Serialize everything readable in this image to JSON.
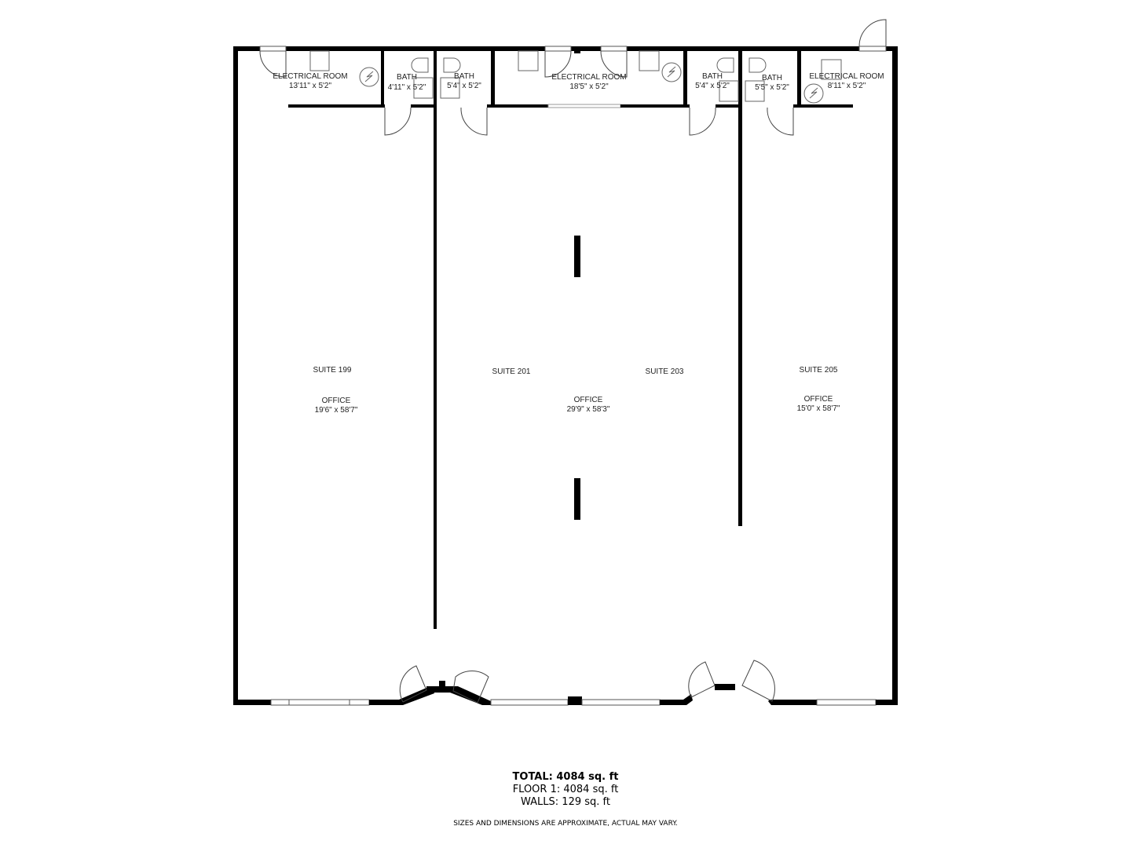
{
  "floorplan": {
    "rooms": [
      {
        "id": "electrical-1",
        "name": "ELECTRICAL ROOM",
        "dims": "13'11\" x 5'2\""
      },
      {
        "id": "bath-1",
        "name": "BATH",
        "dims": "4'11\" x 5'2\""
      },
      {
        "id": "bath-2",
        "name": "BATH",
        "dims": "5'4\" x 5'2\""
      },
      {
        "id": "electrical-2",
        "name": "ELECTRICAL ROOM",
        "dims": "18'5\" x 5'2\""
      },
      {
        "id": "bath-3",
        "name": "BATH",
        "dims": "5'4\" x 5'2\""
      },
      {
        "id": "bath-4",
        "name": "BATH",
        "dims": "5'5\" x 5'2\""
      },
      {
        "id": "electrical-3",
        "name": "ELECTRICAL ROOM",
        "dims": "8'11\" x 5'2\""
      },
      {
        "id": "office-199",
        "suite": "SUITE 199",
        "name": "OFFICE",
        "dims": "19'6\" x 58'7\""
      },
      {
        "id": "office-201-203",
        "suite": "SUITE 201",
        "suite2": "SUITE 203",
        "name": "OFFICE",
        "dims": "29'9\" x 58'3\""
      },
      {
        "id": "office-205",
        "suite": "SUITE 205",
        "name": "OFFICE",
        "dims": "15'0\" x 58'7\""
      }
    ],
    "icons": {
      "electrical_panel": "electrical-panel-icon",
      "door": "door-swing-icon",
      "window": "window-icon",
      "toilet": "toilet-icon",
      "sink": "sink-icon"
    },
    "colors": {
      "wall": "#000000",
      "background": "#ffffff",
      "fixture": "#666666"
    }
  },
  "summary": {
    "total": "TOTAL: 4084 sq. ft",
    "floor1": "FLOOR 1: 4084 sq. ft",
    "walls": "WALLS: 129 sq. ft",
    "disclaimer": "SIZES AND DIMENSIONS ARE APPROXIMATE, ACTUAL MAY VARY."
  }
}
